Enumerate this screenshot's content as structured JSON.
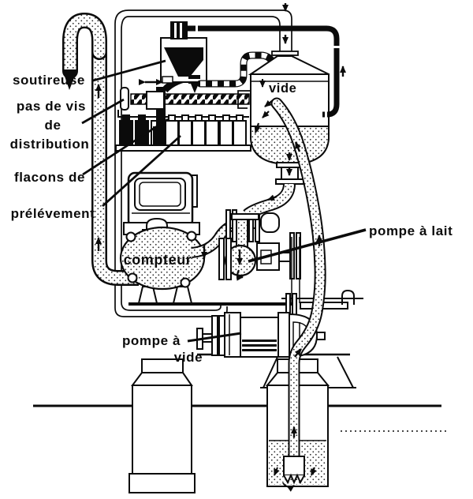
{
  "labels": {
    "soutireuse": "soutireuse",
    "pas_de_vis": {
      "line1": "pas de vis",
      "line2": "de",
      "line3": "distribution"
    },
    "flacons": {
      "line1": "flacons de",
      "line2": "prélévement"
    },
    "compteur": "compteur",
    "vide_chamber": "vide",
    "pompe_a_lait": "pompe à lait",
    "pompe_a_vide": {
      "line1": "pompe à",
      "line2": "vide"
    }
  },
  "colors": {
    "ink": "#0b0b0b",
    "paper": "#ffffff"
  }
}
